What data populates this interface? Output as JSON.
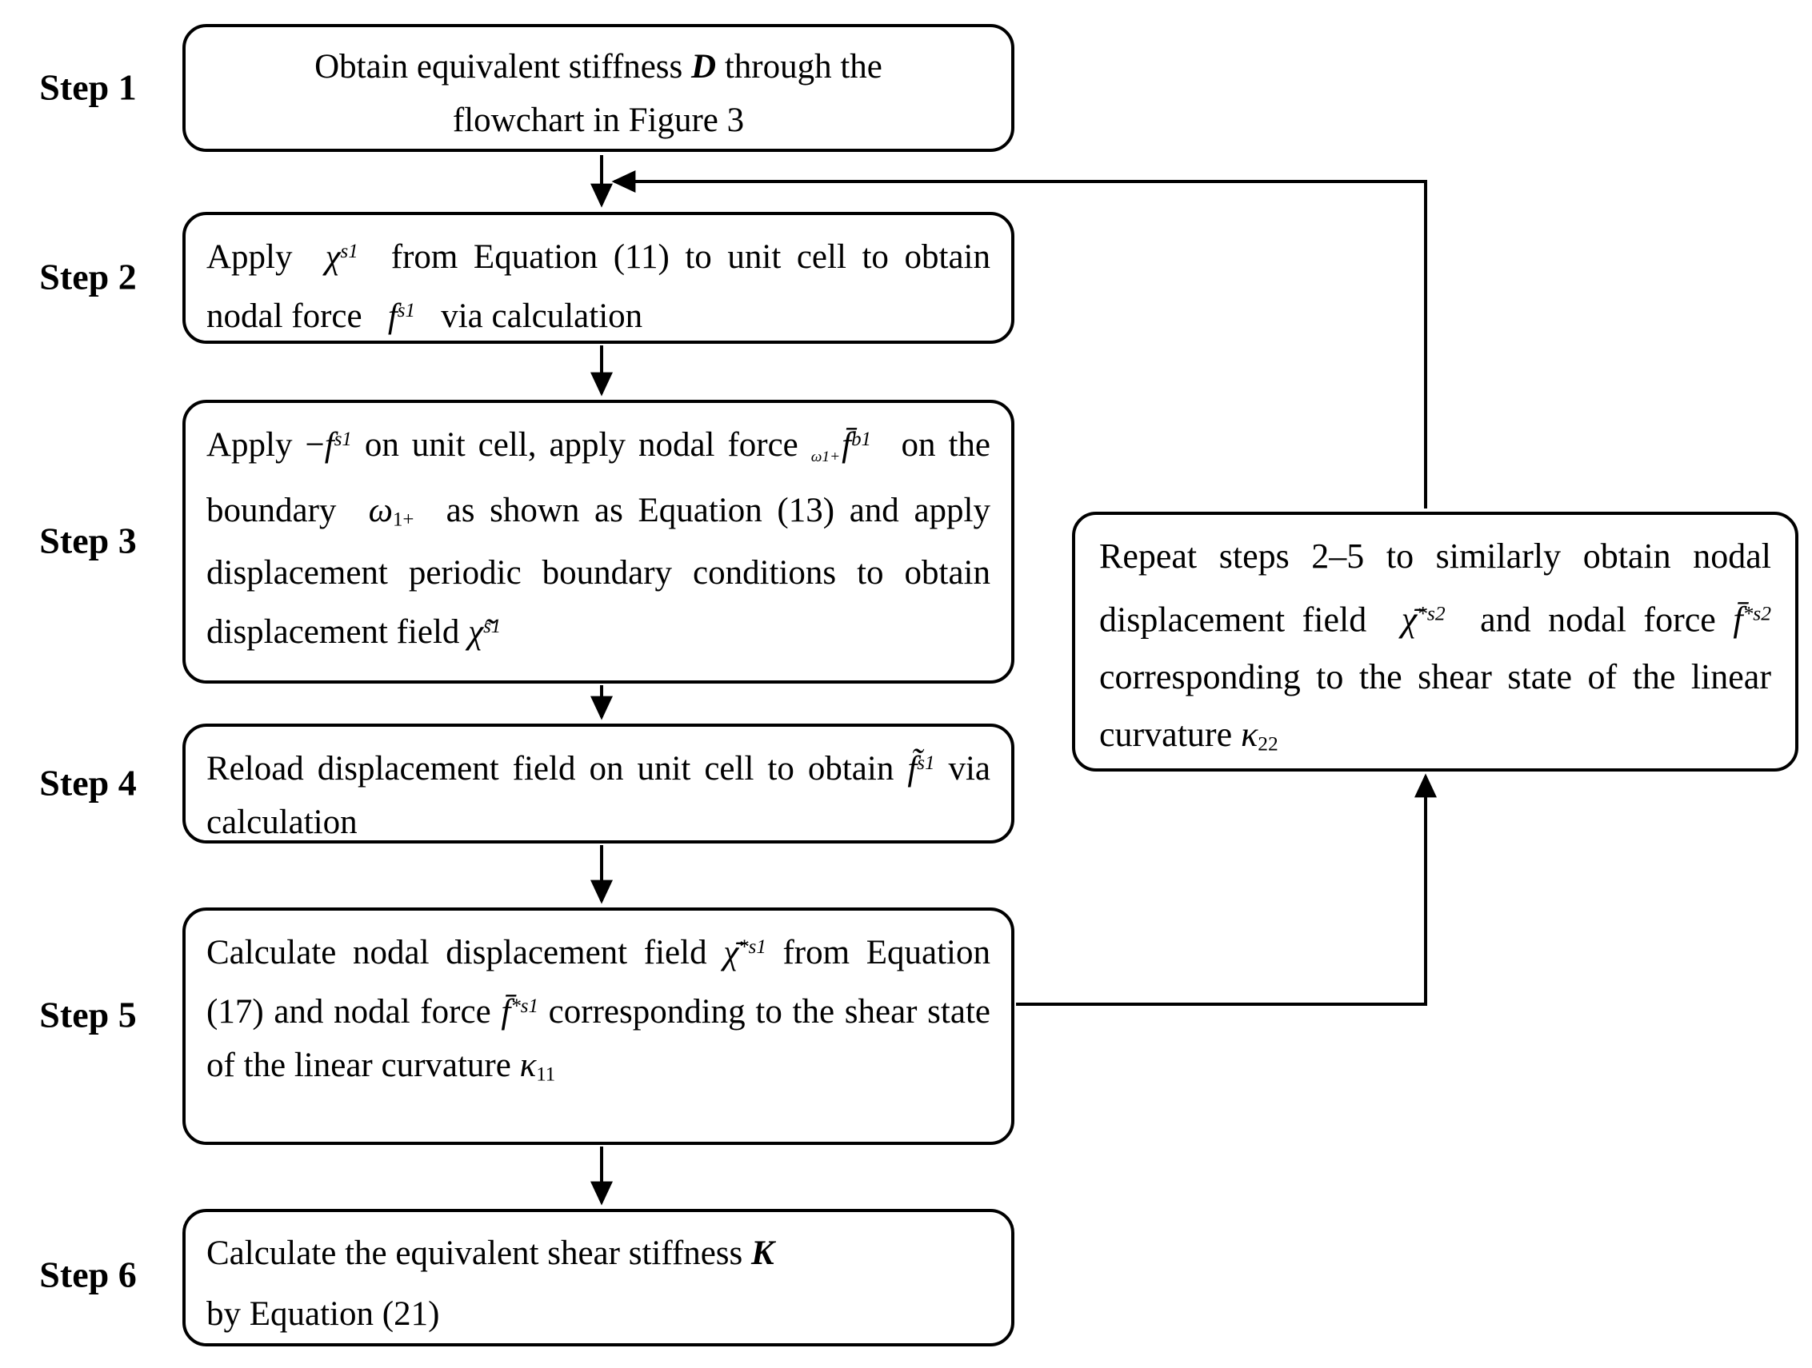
{
  "diagram": {
    "background_color": "#ffffff",
    "line_color": "#000000",
    "text_color": "#000000"
  },
  "steps": [
    {
      "label": "Step 1"
    },
    {
      "label": "Step 2"
    },
    {
      "label": "Step 3"
    },
    {
      "label": "Step 4"
    },
    {
      "label": "Step 5"
    },
    {
      "label": "Step 6"
    }
  ],
  "boxes": {
    "step1": {
      "runs": [
        {
          "t": "Obtain equivalent stiffness "
        },
        {
          "t": "D",
          "i": true,
          "b": true
        },
        {
          "t": " through the"
        },
        {
          "br": true
        },
        {
          "t": "flowchart in Figure 3"
        }
      ]
    },
    "step2": {
      "runs": [
        {
          "t": "Apply  "
        },
        {
          "t": "χ",
          "i": true,
          "sup": "s1"
        },
        {
          "t": "  from Equation (11) to unit cell to obtain nodal force  "
        },
        {
          "t": "f",
          "i": true,
          "sup": "s1"
        },
        {
          "t": "  via calculation"
        }
      ]
    },
    "step3": {
      "runs": [
        {
          "t": "Apply "
        },
        {
          "t": "−"
        },
        {
          "t": "f",
          "i": true,
          "sup": "s1"
        },
        {
          "t": " on unit cell, apply nodal force "
        },
        {
          "t": "f̄",
          "i": true,
          "presub": "ω1+",
          "sup": "b1"
        },
        {
          "t": "  on the boundary  "
        },
        {
          "t": "ω",
          "i": true,
          "sub": "1+"
        },
        {
          "t": "  as shown as Equation (13) and apply displacement periodic boundary conditions to obtain displacement field "
        },
        {
          "t": "χ̃",
          "i": true,
          "sup": "s1"
        }
      ]
    },
    "step4": {
      "runs": [
        {
          "t": "Reload displacement field on unit cell to obtain "
        },
        {
          "t": "f̃",
          "i": true,
          "sup": "s1"
        },
        {
          "t": " via calculation"
        }
      ]
    },
    "step5": {
      "runs": [
        {
          "t": "Calculate nodal displacement field "
        },
        {
          "t": "χ̄",
          "i": true,
          "sup": "*s1"
        },
        {
          "t": " from Equation (17) and nodal force "
        },
        {
          "t": "f̄",
          "i": true,
          "sup": "*s1"
        },
        {
          "t": " corresponding to the shear state of the linear curvature "
        },
        {
          "t": "κ",
          "i": true,
          "sub": "11"
        }
      ]
    },
    "step6": {
      "runs": [
        {
          "t": "Calculate the equivalent shear stiffness "
        },
        {
          "t": "K",
          "i": true,
          "b": true
        },
        {
          "br": true
        },
        {
          "t": "by Equation (21)"
        }
      ]
    },
    "repeat": {
      "runs": [
        {
          "t": "Repeat steps 2–5 to similarly obtain nodal displacement field  "
        },
        {
          "t": "χ̄",
          "i": true,
          "sup": "*s2"
        },
        {
          "t": "  and nodal force "
        },
        {
          "t": "f̄",
          "i": true,
          "sup": "*s2"
        },
        {
          "t": " corresponding to the shear state of the linear curvature "
        },
        {
          "t": "κ",
          "i": true,
          "sub": "22"
        }
      ]
    }
  },
  "edges": [
    {
      "from": "Step 1 box",
      "to": "Step 2 box",
      "type": "arrow"
    },
    {
      "from": "Step 2 box",
      "to": "Step 3 box",
      "type": "arrow"
    },
    {
      "from": "Step 3 box",
      "to": "Step 4 box",
      "type": "arrow"
    },
    {
      "from": "Step 4 box",
      "to": "Step 5 box",
      "type": "arrow"
    },
    {
      "from": "Step 5 box",
      "to": "Step 6 box",
      "type": "arrow"
    },
    {
      "from": "Step 5 box",
      "to": "Repeat box",
      "type": "arrow"
    },
    {
      "from": "Repeat box",
      "to": "junction above Step 2 box",
      "type": "arrow"
    }
  ]
}
